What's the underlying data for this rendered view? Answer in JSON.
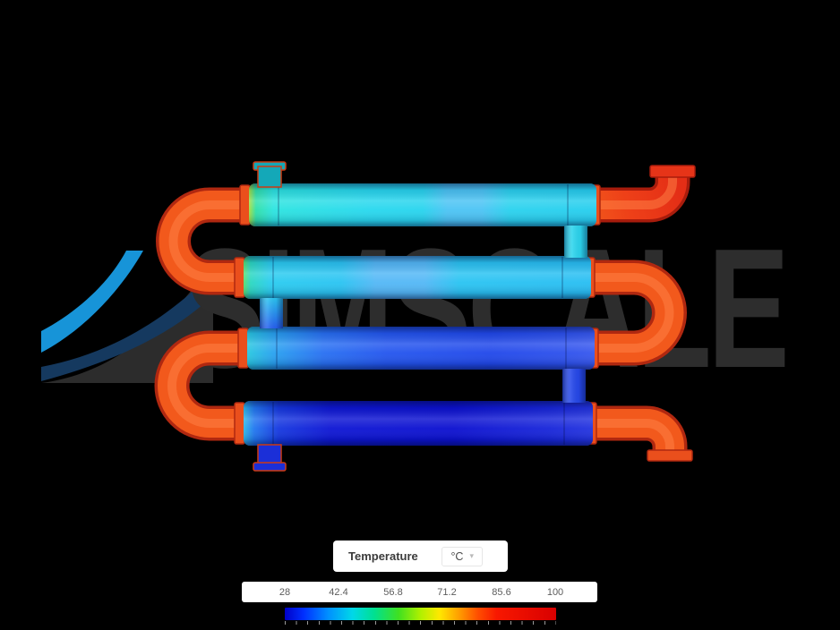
{
  "app": {
    "background": "#000000"
  },
  "watermark": {
    "text": "SIMSCALE",
    "text_color": "#2d2d2d",
    "swoosh_gray": "#2c2c2c",
    "swoosh_blue": "#1794d8",
    "swoosh_navy": "#15395f"
  },
  "model": {
    "description": "double-pipe heat exchanger temperature result",
    "pipe": {
      "body": "#f2591c",
      "outline": "#b02810",
      "highlight": "#ff8448",
      "inlet_red_dark": "#a81c0c",
      "inlet_red": "#e63418",
      "flange": "#ea4f1c",
      "nozzle_outline": "#cc3a12"
    },
    "tubes": [
      {
        "name": "tube-1",
        "stops": [
          [
            0,
            "#a8e040"
          ],
          [
            2,
            "#30e0a8"
          ],
          [
            7,
            "#2ce4e0"
          ],
          [
            35,
            "#28d8ee"
          ],
          [
            50,
            "#28d4ee"
          ],
          [
            57,
            "#4cc4f4"
          ],
          [
            67,
            "#4cc4f4"
          ],
          [
            75,
            "#2ad2ee"
          ],
          [
            100,
            "#26ceee"
          ]
        ]
      },
      {
        "name": "tube-2",
        "stops": [
          [
            0,
            "#58e070"
          ],
          [
            2,
            "#2cd8c0"
          ],
          [
            8,
            "#2accf0"
          ],
          [
            28,
            "#2ac4f2"
          ],
          [
            38,
            "#54b8f6"
          ],
          [
            52,
            "#54b8f6"
          ],
          [
            62,
            "#2ac4f2"
          ],
          [
            100,
            "#28bef2"
          ]
        ]
      },
      {
        "name": "tube-3",
        "stops": [
          [
            0,
            "#28c8e0"
          ],
          [
            8,
            "#28a0f0"
          ],
          [
            22,
            "#2870f2"
          ],
          [
            40,
            "#2456ee"
          ],
          [
            70,
            "#2148ea"
          ],
          [
            90,
            "#2c50ec"
          ],
          [
            100,
            "#3858ee"
          ]
        ]
      },
      {
        "name": "tube-4",
        "stops": [
          [
            0,
            "#30b8e8"
          ],
          [
            3,
            "#2278f0"
          ],
          [
            10,
            "#1638e0"
          ],
          [
            25,
            "#0e16d4"
          ],
          [
            60,
            "#0c10d0"
          ],
          [
            88,
            "#1826da"
          ],
          [
            100,
            "#2434e0"
          ]
        ]
      }
    ],
    "stubs": {
      "nozzle_top": "#14a8b8",
      "stub_12": "#2cd6ee",
      "stub_34": "#2648ea",
      "nozzle_bottom": "#1b2fd8"
    },
    "gradients": {
      "stub_23": [
        [
          0,
          "#2cc6f2"
        ],
        [
          100,
          "#2760f0"
        ]
      ],
      "elbow_inlet": [
        [
          0,
          "#f2591c"
        ],
        [
          45,
          "#ee4018"
        ],
        [
          100,
          "#e42e16"
        ]
      ]
    }
  },
  "legend": {
    "title": "Temperature",
    "unit": "°C",
    "ticks": [
      "28",
      "42.4",
      "56.8",
      "71.2",
      "85.6",
      "100"
    ],
    "range": {
      "min": 28,
      "max": 100
    },
    "colorbar_stops": [
      [
        0,
        "#0000c8"
      ],
      [
        7,
        "#0030ff"
      ],
      [
        16,
        "#0090ff"
      ],
      [
        25,
        "#00d8e8"
      ],
      [
        33,
        "#00e090"
      ],
      [
        42,
        "#40e020"
      ],
      [
        50,
        "#b0f000"
      ],
      [
        57,
        "#ffe800"
      ],
      [
        64,
        "#ffa000"
      ],
      [
        71,
        "#ff5000"
      ],
      [
        78,
        "#f81800"
      ],
      [
        100,
        "#d80000"
      ]
    ]
  }
}
